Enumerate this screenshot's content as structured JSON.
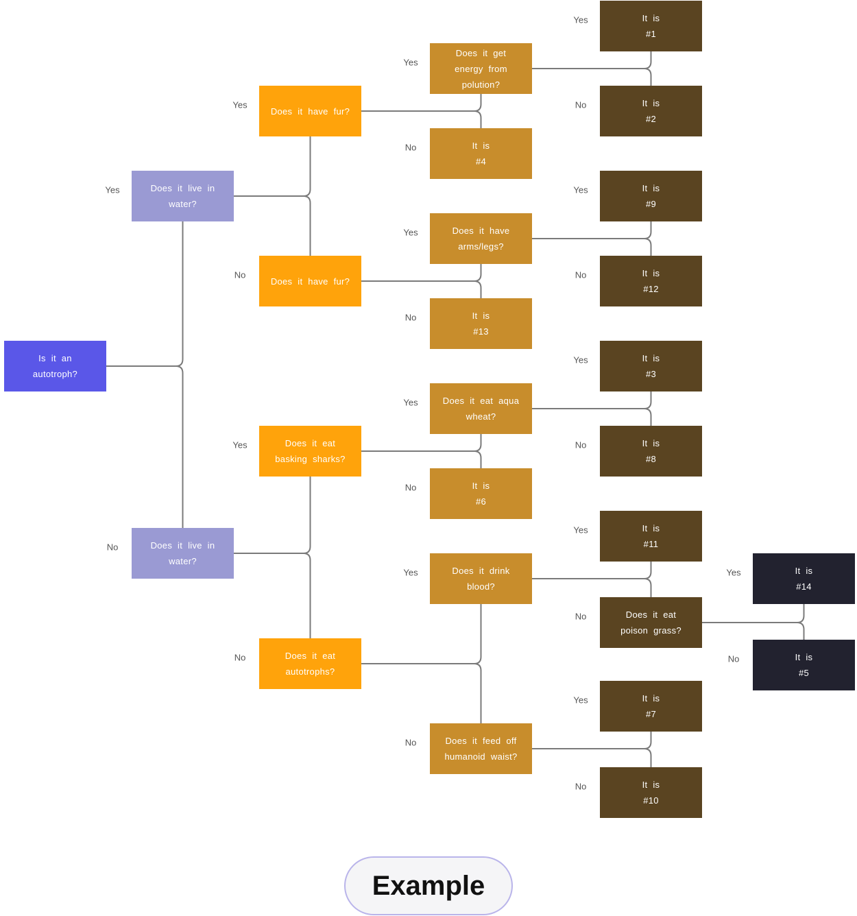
{
  "diagram": {
    "nodes": [
      {
        "id": "root",
        "text": "Is it an\nautotroph?",
        "level": "root",
        "parent": null,
        "edge": null
      },
      {
        "id": "live-water-yes",
        "text": "Does it live in\nwater?",
        "level": "l1",
        "parent": "root",
        "edge": "Yes"
      },
      {
        "id": "live-water-no",
        "text": "Does it live in\nwater?",
        "level": "l1",
        "parent": "root",
        "edge": "No"
      },
      {
        "id": "fur-yes",
        "text": "Does it have fur?",
        "level": "l2",
        "parent": "live-water-yes",
        "edge": "Yes"
      },
      {
        "id": "fur-no",
        "text": "Does it have fur?",
        "level": "l2",
        "parent": "live-water-yes",
        "edge": "No"
      },
      {
        "id": "basking",
        "text": "Does it eat\nbasking sharks?",
        "level": "l2",
        "parent": "live-water-no",
        "edge": "Yes"
      },
      {
        "id": "eat-auto",
        "text": "Does it eat\nautotrophs?",
        "level": "l2",
        "parent": "live-water-no",
        "edge": "No"
      },
      {
        "id": "pollution",
        "text": "Does it get\nenergy from\npolution?",
        "level": "l3",
        "parent": "fur-yes",
        "edge": "Yes"
      },
      {
        "id": "it4",
        "text": "It is\n#4",
        "level": "l3",
        "parent": "fur-yes",
        "edge": "No"
      },
      {
        "id": "arms",
        "text": "Does it have\narms/legs?",
        "level": "l3",
        "parent": "fur-no",
        "edge": "Yes"
      },
      {
        "id": "it13",
        "text": "It is\n#13",
        "level": "l3",
        "parent": "fur-no",
        "edge": "No"
      },
      {
        "id": "aqua",
        "text": "Does it eat aqua\nwheat?",
        "level": "l3",
        "parent": "basking",
        "edge": "Yes"
      },
      {
        "id": "it6",
        "text": "It is\n#6",
        "level": "l3",
        "parent": "basking",
        "edge": "No"
      },
      {
        "id": "blood",
        "text": "Does it drink\nblood?",
        "level": "l3",
        "parent": "eat-auto",
        "edge": "Yes"
      },
      {
        "id": "humanoid",
        "text": "Does it feed off\nhumanoid waist?",
        "level": "l3",
        "parent": "eat-auto",
        "edge": "No"
      },
      {
        "id": "it1",
        "text": "It is\n#1",
        "level": "l4",
        "parent": "pollution",
        "edge": "Yes"
      },
      {
        "id": "it2",
        "text": "It is\n#2",
        "level": "l4",
        "parent": "pollution",
        "edge": "No"
      },
      {
        "id": "it9",
        "text": "It is\n#9",
        "level": "l4",
        "parent": "arms",
        "edge": "Yes"
      },
      {
        "id": "it12",
        "text": "It is\n#12",
        "level": "l4",
        "parent": "arms",
        "edge": "No"
      },
      {
        "id": "it3",
        "text": "It is\n#3",
        "level": "l4",
        "parent": "aqua",
        "edge": "Yes"
      },
      {
        "id": "it8",
        "text": "It is\n#8",
        "level": "l4",
        "parent": "aqua",
        "edge": "No"
      },
      {
        "id": "it11",
        "text": "It is\n#11",
        "level": "l4",
        "parent": "blood",
        "edge": "Yes"
      },
      {
        "id": "poison",
        "text": "Does it eat\npoison grass?",
        "level": "l4",
        "parent": "blood",
        "edge": "No"
      },
      {
        "id": "it7",
        "text": "It is\n#7",
        "level": "l4",
        "parent": "humanoid",
        "edge": "Yes"
      },
      {
        "id": "it10",
        "text": "It is\n#10",
        "level": "l4",
        "parent": "humanoid",
        "edge": "No"
      },
      {
        "id": "it14",
        "text": "It is\n#14",
        "level": "l5",
        "parent": "poison",
        "edge": "Yes"
      },
      {
        "id": "it5",
        "text": "It is\n#5",
        "level": "l5",
        "parent": "poison",
        "edge": "No"
      }
    ]
  },
  "footer": {
    "label": "Example"
  },
  "colors": {
    "root": "#5a57e8",
    "level1": "#9a9ad3",
    "level2": "#ffa30b",
    "level3": "#c88d2c",
    "level4": "#5a4421",
    "level5": "#22222f",
    "connector": "#7a7a7a"
  }
}
